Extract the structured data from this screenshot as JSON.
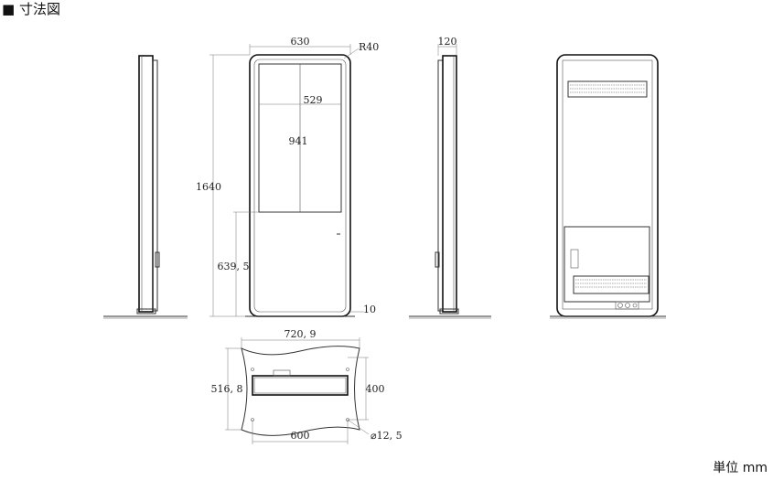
{
  "header": {
    "title": "■ 寸法図"
  },
  "footer": {
    "unit": "単位 mm"
  },
  "dimensions": {
    "front_width": "630",
    "corner_radius": "R40",
    "screen_width": "529",
    "screen_height": "941",
    "total_height": "1640",
    "lower_height": "639, 5",
    "base_gap": "10",
    "depth": "120",
    "base_width": "720, 9",
    "base_depth": "516, 8",
    "bolt_span_x": "600",
    "bolt_span_y": "400",
    "hole_diameter": "⌀12, 5"
  }
}
